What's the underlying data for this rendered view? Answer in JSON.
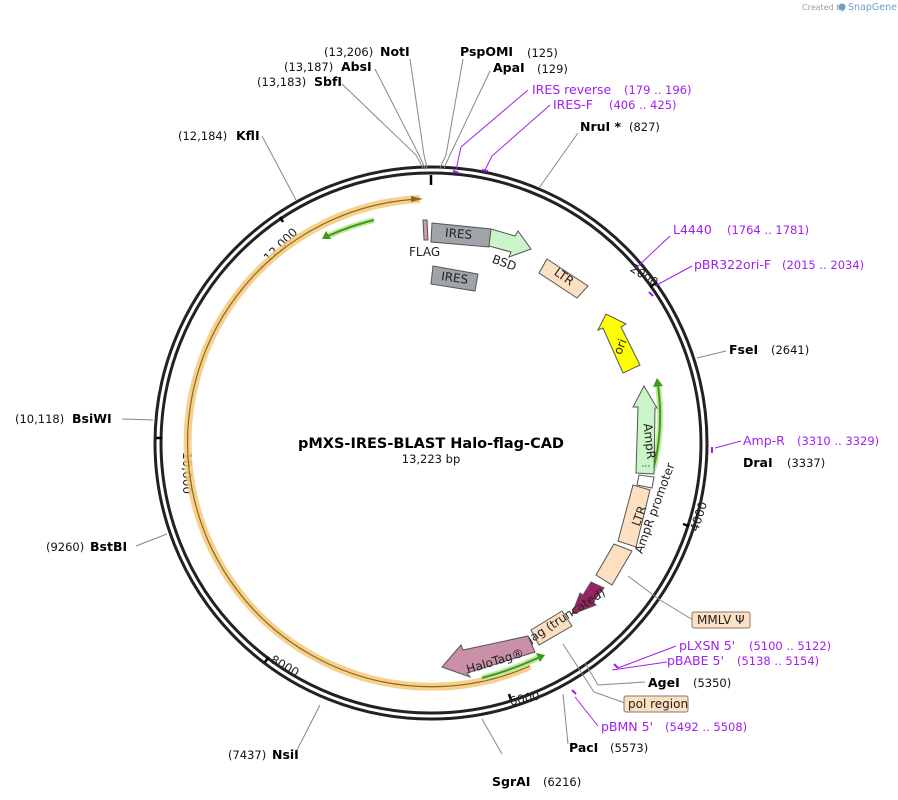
{
  "brand": {
    "created_by": "Created by",
    "name": "SnapGene"
  },
  "map": {
    "title": "pMXS-IRES-BLAST Halo-flag-CAD",
    "size": "13,223 bp"
  },
  "enzymes": {
    "noti": {
      "name": "NotI",
      "pos": "(13,206)"
    },
    "absi": {
      "name": "AbsI",
      "pos": "(13,187)"
    },
    "sbfi": {
      "name": "SbfI",
      "pos": "(13,183)"
    },
    "psp": {
      "name": "PspOMI",
      "pos": "(125)"
    },
    "apai": {
      "name": "ApaI",
      "pos": "(129)"
    },
    "nrui": {
      "name": "NruI *",
      "pos": "(827)"
    },
    "kfli": {
      "name": "KflI",
      "pos": "(12,184)"
    },
    "fsei": {
      "name": "FseI",
      "pos": "(2641)"
    },
    "drai": {
      "name": "DraI",
      "pos": "(3337)"
    },
    "bsiwi": {
      "name": "BsiWI",
      "pos": "(10,118)"
    },
    "bstbi": {
      "name": "BstBI",
      "pos": "(9260)"
    },
    "agei": {
      "name": "AgeI",
      "pos": "(5350)"
    },
    "paci": {
      "name": "PacI",
      "pos": "(5573)"
    },
    "nsii": {
      "name": "NsiI",
      "pos": "(7437)"
    },
    "sgrai": {
      "name": "SgrAI",
      "pos": "(6216)"
    }
  },
  "primers": {
    "ires_rev": {
      "name": "IRES reverse",
      "range": "(179 .. 196)"
    },
    "ires_f": {
      "name": "IRES-F",
      "range": "(406 .. 425)"
    },
    "l4440": {
      "name": "L4440",
      "range": "(1764 .. 1781)"
    },
    "pbr": {
      "name": "pBR322ori-F",
      "range": "(2015 .. 2034)"
    },
    "ampr": {
      "name": "Amp-R",
      "range": "(3310 .. 3329)"
    },
    "plxsn": {
      "name": "pLXSN 5'",
      "range": "(5100 .. 5122)"
    },
    "pbabe": {
      "name": "pBABE 5'",
      "range": "(5138 .. 5154)"
    },
    "pbmn": {
      "name": "pBMN 5'",
      "range": "(5492 .. 5508)"
    }
  },
  "features": {
    "flag": "FLAG",
    "ires1": "IRES",
    "bsd": "BSD",
    "ires2": "IRES",
    "ltr1": "LTR",
    "ori": "ori",
    "ampr": "AmpR",
    "ampr_promoter": "AmpR promoter",
    "ltr2": "LTR",
    "gag": "gag (truncated)",
    "halotag": "HaloTag®",
    "mmlv": "MMLV Ψ",
    "pol": "pol region"
  },
  "ticks": {
    "t2000": "2000",
    "t4000": "4000",
    "t6000": "6000",
    "t8000": "8000",
    "t10000": "10,000",
    "t12000": "12,000"
  },
  "colors": {
    "ires": "#a0a4aa",
    "bsd": "#c9f5c9",
    "ltr": "#fde0c2",
    "ori": "#ffff00",
    "ampr": "#c9f5c9",
    "gag": "#9b2360",
    "halotag": "#c990a8",
    "cds_orange": "#f5c878",
    "primer": "#a020f0",
    "green_arrow": "#3d9b1c"
  }
}
